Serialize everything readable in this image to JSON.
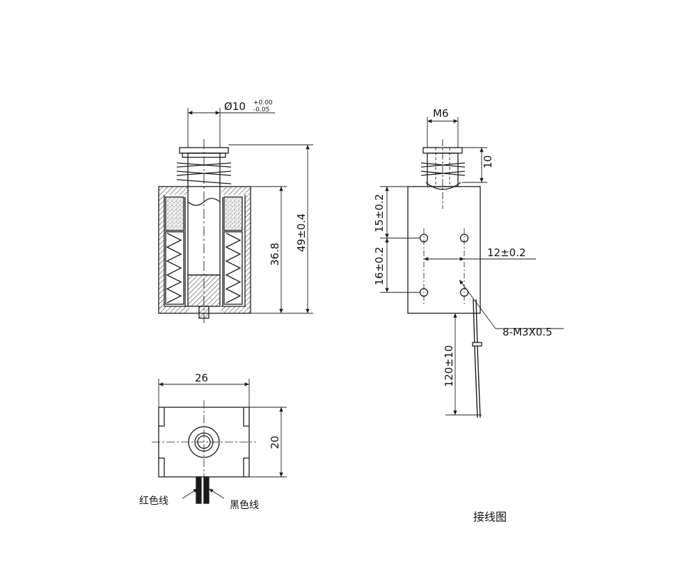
{
  "front_view": {
    "diameter_label": "Ø10",
    "diameter_tol_upper": "+0.00",
    "diameter_tol_lower": "-0.05",
    "height_body": "36.8",
    "height_total": "49±0.4"
  },
  "side_view": {
    "thread_label": "M6",
    "thread_length": "10",
    "hole_spacing_top": "15±0.2",
    "hole_spacing_bottom": "16±0.2",
    "hole_spacing_horizontal": "12±0.2",
    "hole_callout": "8-M3X0.5",
    "lead_length": "120±10"
  },
  "bottom_view": {
    "width": "26",
    "height": "20",
    "red_wire_label": "红色线",
    "black_wire_label": "黑色线"
  },
  "caption": "接线图",
  "colors": {
    "line": "#1a1a1a",
    "hatch": "#555555",
    "background": "#ffffff"
  }
}
